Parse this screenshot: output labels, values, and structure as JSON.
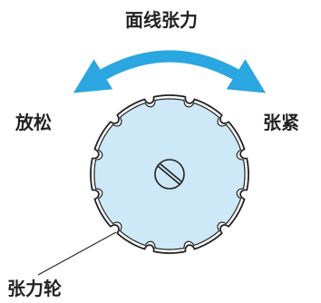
{
  "title": "面线张力",
  "labels": {
    "loosen": "放松",
    "tighten": "张紧",
    "tension_wheel": "张力轮"
  },
  "colors": {
    "arrow": "#2aa6e0",
    "wheel_fill": "#cde8f6",
    "outline": "#222222"
  }
}
